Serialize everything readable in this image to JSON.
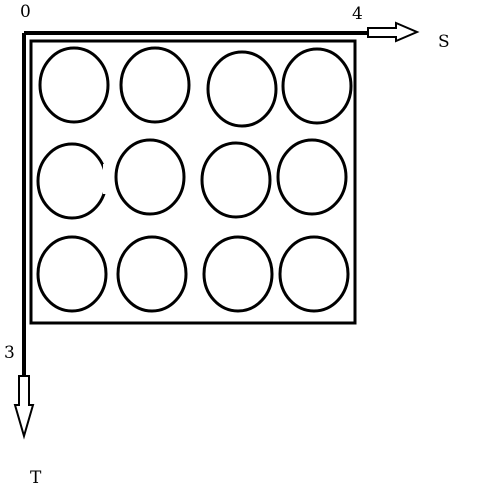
{
  "labels": {
    "origin": "0",
    "s_count": "4",
    "s_axis": "S",
    "t_count": "3",
    "t_axis": "T"
  },
  "grid": {
    "rows": 3,
    "cols": 4
  },
  "colors": {
    "stroke": "#000000",
    "background": "#ffffff"
  }
}
